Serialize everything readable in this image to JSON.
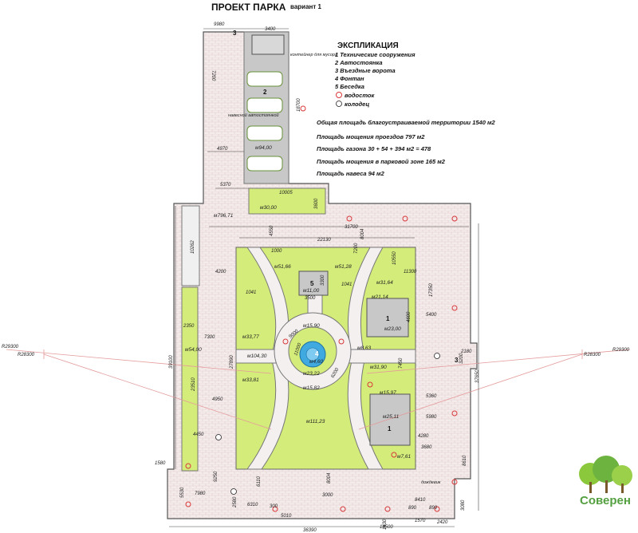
{
  "title": "ПРОЕКТ ПАРКА",
  "variant": "вариант 1",
  "explication": {
    "heading": "ЭКСПЛИКАЦИЯ",
    "items": [
      "1  Технические сооружения",
      "2  Автостоянка",
      "3  Въездные ворота",
      "4  Фонтан",
      "5  Беседка"
    ],
    "drain": "водосток",
    "well": "колодец"
  },
  "info": [
    "Общая площадь благоустраиваемой территории 1540 м2",
    "Площадь мощения проездов 797 м2",
    "Площадь газона 30 + 54 + 394 м2 = 478",
    "Площадь мощения в парковой зоне 165 м2",
    "Площадь навеса 94 м2"
  ],
  "labels": {
    "container": "контейнер для мусора",
    "canopy": "навесной автостоянкой",
    "roofs": "дождевик",
    "n1": "1",
    "n2": "2",
    "n3": "3",
    "n4": "4",
    "n5": "5"
  },
  "dims": {
    "d9980": "9980",
    "d3400": "3400",
    "d7200": "7200",
    "d18700": "18700",
    "d4970": "4970",
    "d5370": "5370",
    "d10005": "10005",
    "d3600": "3600",
    "d31700": "31700",
    "d22130": "22130",
    "d10262": "10262",
    "d4200": "4200",
    "d1000": "1000",
    "d7300": "7300",
    "d2350": "2350",
    "d39100": "39100",
    "d23510": "23510",
    "d4950": "4950",
    "d4450": "4450",
    "d1580": "1580",
    "d9250": "9250",
    "d7980": "7980",
    "d5530": "5530",
    "d2580": "2580",
    "d6310": "6310",
    "d300": "300",
    "d6110": "6110",
    "d5010": "5010",
    "d3000": "3000",
    "d1570": "1570",
    "d2420": "2420",
    "d14500": "14500",
    "d36390": "36390",
    "d1430": "1430",
    "d8410": "8410",
    "d890a": "890",
    "d890b": "890",
    "d3080": "3080",
    "d8610": "8610",
    "d4280": "4280",
    "d3680": "3680",
    "d5980": "5980",
    "d5360": "5360",
    "d2180": "2180",
    "d3200": "3200",
    "d37650": "37650",
    "d5400": "5400",
    "d17350": "17350",
    "d11300": "11300",
    "d10550": "10550",
    "d4600": "4600",
    "d7450": "7450",
    "d4550": "4550",
    "d3300": "3300",
    "d3500": "3500",
    "d1041a": "1041",
    "d1041b": "1041",
    "d7200b": "7200",
    "d8004": "8004",
    "d27890": "27890",
    "d11000": "11000",
    "d6200": "6200",
    "d9000": "9000",
    "d8004b": "8004",
    "r29300l": "R29300",
    "r28300l": "R28300",
    "r29300r": "R29300",
    "r28300r": "R28300"
  },
  "areas": {
    "a94": "м94,00",
    "a30": "м30,00",
    "a796": "м796,71",
    "a51_66": "м51,66",
    "a51_28": "м51,28",
    "a11": "м11,00",
    "a31_64": "м31,64",
    "a21_14": "м21,14",
    "a23": "м23,00",
    "a15_90": "м15,90",
    "a33_77": "м33,77",
    "a54": "м54,00",
    "a104": "м104,30",
    "a8_63": "м8,63",
    "a23_22": "м23,22",
    "a4_60": "м4,60",
    "a31_90": "м31,90",
    "a33_81": "м33,81",
    "a15_82": "м15,82",
    "a15_97": "м15,97",
    "a111": "м111,23",
    "a25_11": "м25,11",
    "a7_61": "м7,61"
  },
  "logo": {
    "text": "Соверен"
  },
  "colors": {
    "lawn": "#d4ec7a",
    "paving": "#f2e6e6",
    "fountain": "#3fa9e0",
    "parking": "#c8c8c8",
    "drain": "#d9383a"
  }
}
